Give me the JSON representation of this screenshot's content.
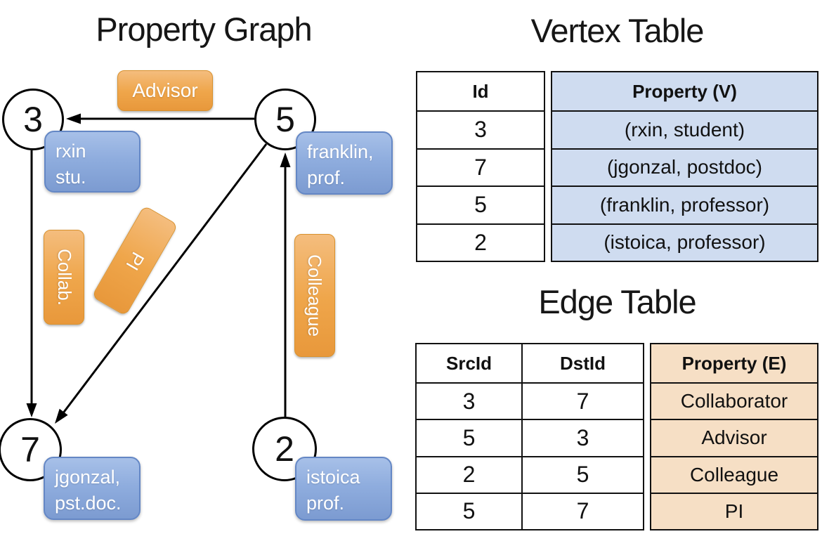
{
  "graph": {
    "title": "Property Graph",
    "nodes": [
      {
        "id": "3",
        "prop_line1": "rxin",
        "prop_line2": "stu."
      },
      {
        "id": "5",
        "prop_line1": "franklin,",
        "prop_line2": "prof."
      },
      {
        "id": "7",
        "prop_line1": "jgonzal,",
        "prop_line2": "pst.doc."
      },
      {
        "id": "2",
        "prop_line1": "istoica",
        "prop_line2": "prof."
      }
    ],
    "edge_labels": {
      "advisor": "Advisor",
      "collab": "Collab.",
      "pi": "PI",
      "colleague": "Colleague"
    }
  },
  "vertex_table": {
    "title": "Vertex Table",
    "columns": {
      "id": "Id",
      "property": "Property (V)"
    },
    "rows": [
      {
        "id": "3",
        "property": "(rxin, student)"
      },
      {
        "id": "7",
        "property": "(jgonzal, postdoc)"
      },
      {
        "id": "5",
        "property": "(franklin, professor)"
      },
      {
        "id": "2",
        "property": "(istoica, professor)"
      }
    ]
  },
  "edge_table": {
    "title": "Edge Table",
    "columns": {
      "src": "SrcId",
      "dst": "DstId",
      "property": "Property (E)"
    },
    "rows": [
      {
        "src": "3",
        "dst": "7",
        "property": "Collaborator"
      },
      {
        "src": "5",
        "dst": "3",
        "property": "Advisor"
      },
      {
        "src": "2",
        "dst": "5",
        "property": "Colleague"
      },
      {
        "src": "5",
        "dst": "7",
        "property": "PI"
      }
    ]
  },
  "colors": {
    "edge_label_orange": "#efa64b",
    "vertex_box_blue": "#8fadde",
    "vertex_table_property_bg": "#cfdcf0",
    "edge_table_property_bg": "#f6dfc5",
    "line_black": "#000000"
  }
}
